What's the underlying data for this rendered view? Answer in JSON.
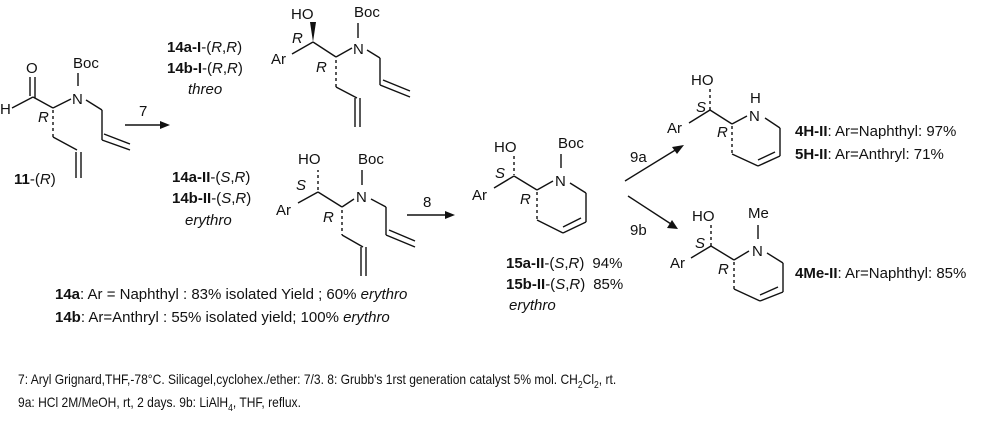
{
  "compound_11": {
    "num": "11",
    "sep": "-(",
    "config": "R",
    "close": ")"
  },
  "atoms": {
    "O": "O",
    "H": "H",
    "N": "N",
    "Boc": "Boc",
    "HO": "HO",
    "Ar": "Ar",
    "R": "R",
    "S": "S",
    "Me": "Me"
  },
  "steps": {
    "s7": "7",
    "s8": "8",
    "s9a": "9a",
    "s9b": "9b"
  },
  "threo_block": {
    "l1": {
      "bold": "14a-I",
      "rest": "-(",
      "c1": "R",
      ",": ",",
      "c2": "R",
      "end": ")"
    },
    "l2": {
      "bold": "14b-I",
      "rest": "-(",
      "c1": "R",
      ",": ",",
      "c2": "R",
      "end": ")"
    },
    "label": "threo"
  },
  "erythro_block": {
    "l1": {
      "bold": "14a-II",
      "rest": "-(",
      "c1": "S",
      ",": ",",
      "c2": "R",
      "end": ")"
    },
    "l2": {
      "bold": "14b-II",
      "rest": "-(",
      "c1": "S",
      ",": ",",
      "c2": "R",
      "end": ")"
    },
    "label": "erythro"
  },
  "yields_14": {
    "a": {
      "bold": "14a",
      "text": ": Ar = Naphthyl : 83% isolated Yield ; 60% ",
      "it": "erythro"
    },
    "b": {
      "bold": "14b",
      "text": ": Ar=Anthryl : 55% isolated yield; 100% ",
      "it": "erythro"
    }
  },
  "block_15": {
    "l1": {
      "bold": "15a-II",
      "rest": "-(",
      "c1": "S",
      ",": ",",
      "c2": "R",
      "end": ")",
      "yield": "94%"
    },
    "l2": {
      "bold": "15b-II",
      "rest": "-(",
      "c1": "S",
      ",": ",",
      "c2": "R",
      "end": ")",
      "yield": "85%"
    },
    "label": "erythro"
  },
  "products": {
    "p4H": {
      "bold": "4H-II",
      "text": ": Ar=Naphthyl: 97%"
    },
    "p5H": {
      "bold": "5H-II",
      "text": ": Ar=Anthryl: 71%"
    },
    "p4Me": {
      "bold": "4Me-II",
      "text": ": Ar=Naphthyl: 85%"
    }
  },
  "notes": {
    "line1_a": "7: Aryl Grignard,THF,-78°C. Silicagel,cyclohex./ether: 7/3. 8: Grubb's 1rst generation catalyst 5% mol. CH",
    "sub2": "2",
    "cl": "Cl",
    "line1_b": ", rt.",
    "line2_a": "9a: HCl 2M/MeOH, rt, 2 days. 9b: LiAlH",
    "sub4": "4",
    "line2_b": ", THF, reflux."
  }
}
